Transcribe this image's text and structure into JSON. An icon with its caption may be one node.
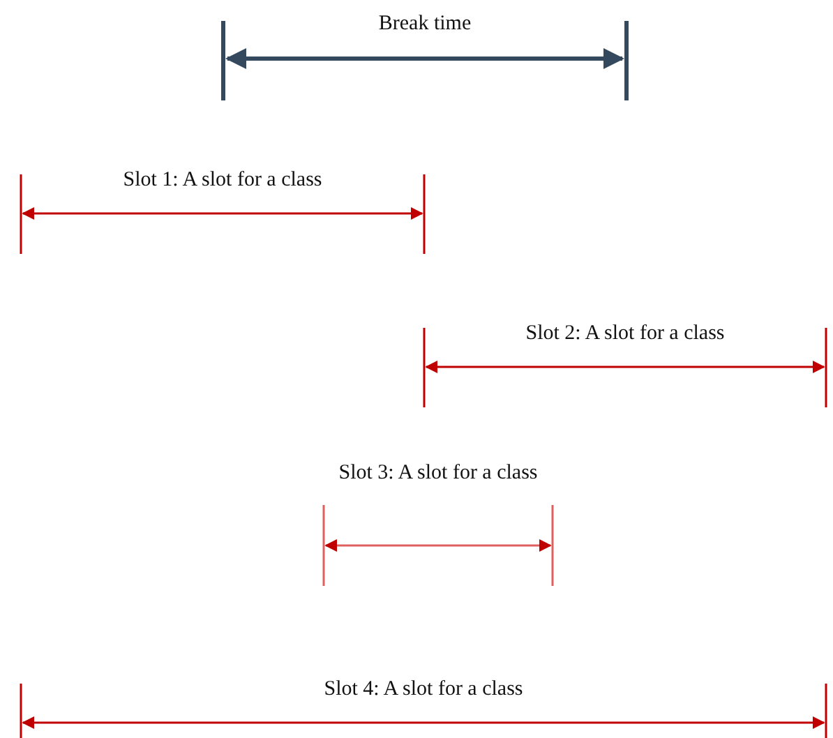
{
  "diagram": {
    "labels": [
      "Break time",
      "Slot 1: A slot for a class",
      "Slot 2: A slot for a class",
      "Slot 3: A slot for a class",
      "Slot 4: A slot for a class"
    ]
  }
}
